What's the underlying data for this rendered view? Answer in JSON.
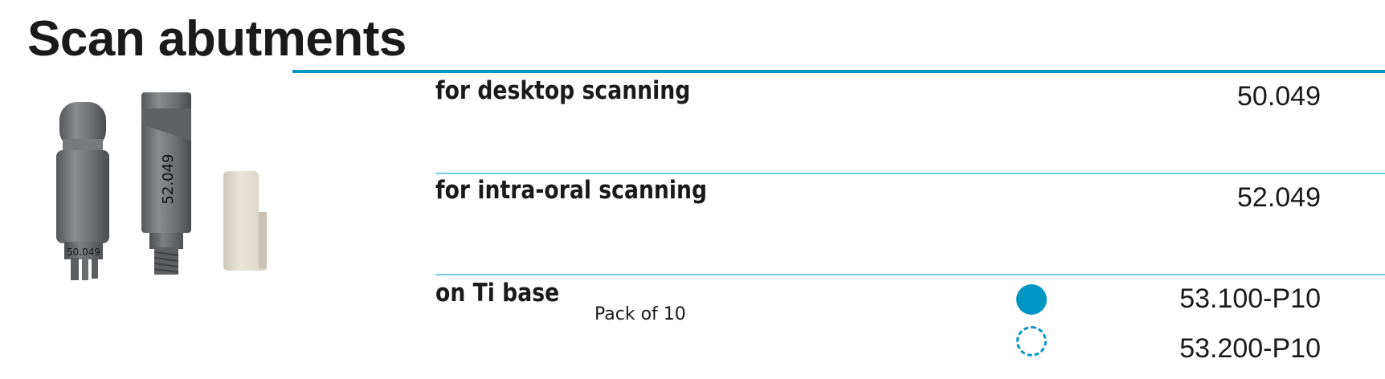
{
  "page": {
    "title": "Scan abutments"
  },
  "image": {
    "part_labels": [
      "50.049",
      "52.049"
    ]
  },
  "rows": [
    {
      "label": "for desktop scanning",
      "code": "50.049"
    },
    {
      "label": "for intra-oral scanning",
      "code": "52.049"
    },
    {
      "label": "on Ti base",
      "note": "Pack of 10",
      "variants": [
        {
          "marker": "filled-circle-icon",
          "code": "53.100-P10"
        },
        {
          "marker": "dashed-circle-icon",
          "code": "53.200-P10"
        }
      ]
    }
  ],
  "colors": {
    "accent": "#0096c4",
    "accent_light": "#6fcde6",
    "part_grey": "#6b6d70",
    "cap_ivory": "#e4ded4"
  }
}
